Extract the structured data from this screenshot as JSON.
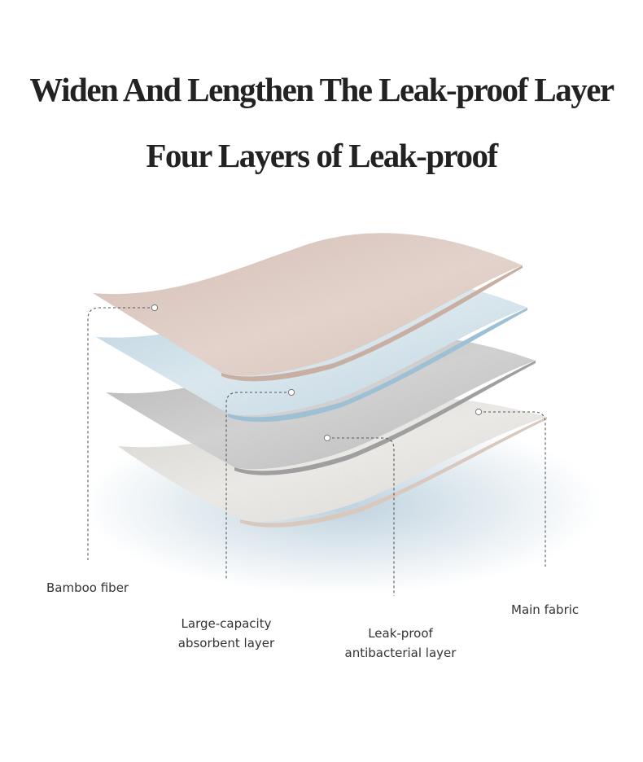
{
  "title_line_1": "Widen And Lengthen The Leak-proof Layer",
  "title_line_2": "Four Layers of Leak-proof",
  "layers": [
    {
      "lines": [
        "Bamboo fiber"
      ],
      "color": "#ddc8bf"
    },
    {
      "lines": [
        "Large-capacity",
        "absorbent layer"
      ],
      "color": "#c9dde8"
    },
    {
      "lines": [
        "Leak-proof",
        "antibacterial layer"
      ],
      "color": "#bdbdbd"
    },
    {
      "lines": [
        "Main fabric"
      ],
      "color": "#e3e1dc"
    }
  ]
}
